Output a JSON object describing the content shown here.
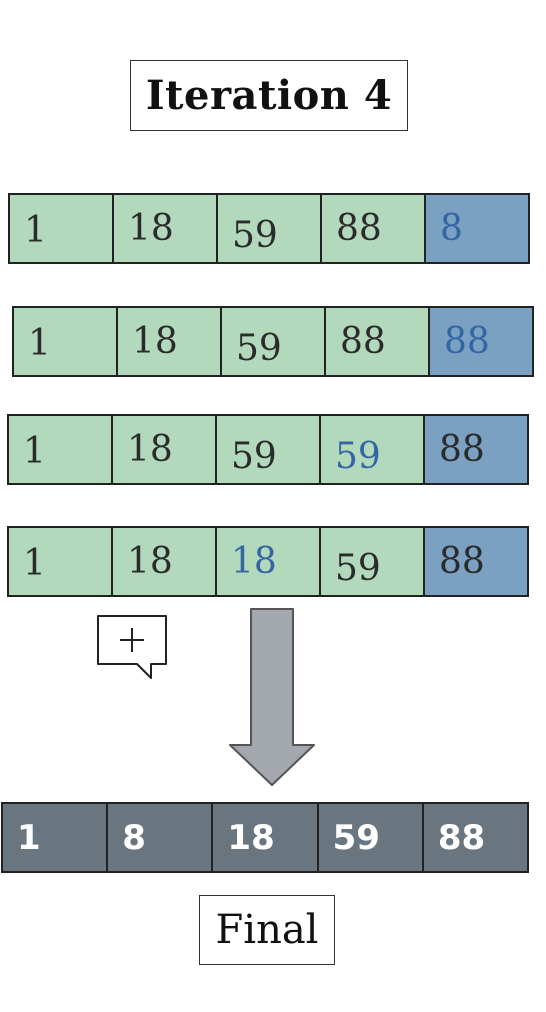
{
  "title": "Iteration 4",
  "rows": [
    [
      "1",
      "18",
      "59",
      "88",
      "8"
    ],
    [
      "1",
      "18",
      "59",
      "88",
      "88"
    ],
    [
      "1",
      "18",
      "59",
      "59",
      "88"
    ],
    [
      "1",
      "18",
      "18",
      "59",
      "88"
    ]
  ],
  "final_row": [
    "1",
    "8",
    "18",
    "59",
    "88"
  ],
  "final_label": "Final",
  "colors": {
    "sorted_cell": "#b3d9bc",
    "key_cell": "#7aa0c2",
    "moved_value": "#3465a4",
    "final_cell": "#69767f"
  },
  "icons": [
    "add-comment-icon",
    "down-arrow-icon"
  ]
}
